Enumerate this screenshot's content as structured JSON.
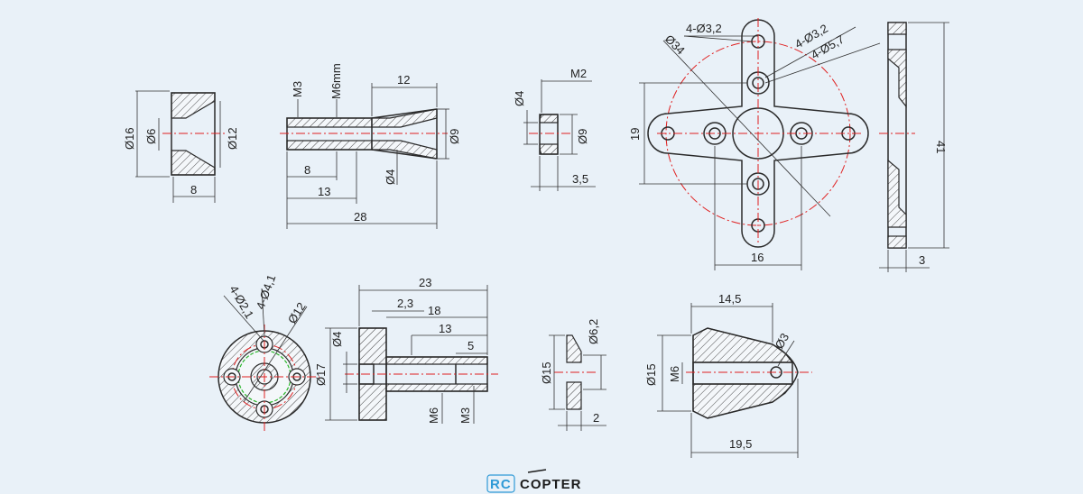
{
  "part1": {
    "d_outer": "Ø16",
    "d_inner": "Ø6",
    "d_right": "Ø12",
    "length": "8"
  },
  "part2": {
    "thread": "M3",
    "thread2": "M6mm",
    "len_top": "12",
    "d_right": "Ø9",
    "len_a": "8",
    "len_b": "13",
    "len_total": "28",
    "d_bore": "Ø4"
  },
  "part3": {
    "d_top": "Ø4",
    "thread": "M2",
    "d_right": "Ø9",
    "width": "3,5"
  },
  "part4": {
    "holes_a": "4-Ø3,2",
    "holes_b": "4-Ø3,2",
    "holes_c": "4-Ø5,7",
    "circle": "Ø34",
    "height": "19",
    "width": "16"
  },
  "part5": {
    "height": "41",
    "thickness": "3"
  },
  "part6": {
    "holes_a": "4-Ø2,1",
    "holes_b": "4-Ø4,1",
    "circle": "Ø12"
  },
  "part7": {
    "len_total": "23",
    "len_a": "2,3",
    "len_b": "18",
    "len_c": "13",
    "len_d": "5",
    "d_top": "Ø4",
    "d_outer": "Ø17",
    "thread_a": "M6",
    "thread_b": "M3"
  },
  "part8": {
    "d_outer": "Ø15",
    "d_inner": "Ø6,2",
    "thickness": "2"
  },
  "part9": {
    "d_outer": "Ø15",
    "thread": "M6",
    "len_top": "14,5",
    "tip": "Ø3",
    "len_total": "19,5"
  },
  "logo": {
    "rc": "RC",
    "copter": "COPTER"
  }
}
